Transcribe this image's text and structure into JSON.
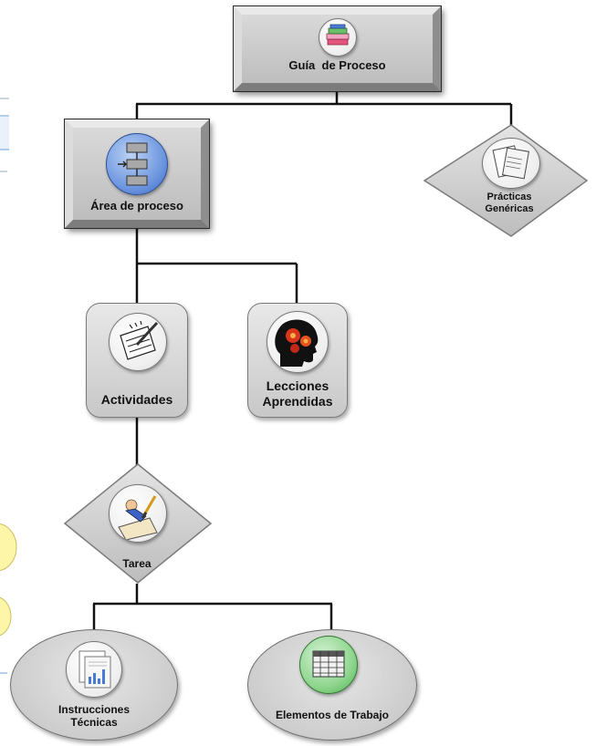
{
  "diagram": {
    "nodes": {
      "guia": {
        "label": "Guía  de Proceso",
        "icon": "book-stack-icon"
      },
      "area": {
        "label": "Área de proceso",
        "icon": "flowchart-icon"
      },
      "practicas": {
        "lines": [
          "Prácticas",
          "Genéricas"
        ],
        "icon": "documents-icon"
      },
      "actividades": {
        "label": "Actividades",
        "icon": "notepad-pen-icon"
      },
      "lecciones": {
        "lines": [
          "Lecciones",
          "Aprendidas"
        ],
        "icon": "brain-gears-icon"
      },
      "tarea": {
        "label": "Tarea",
        "icon": "person-writing-icon"
      },
      "instrucciones": {
        "lines": [
          "Instrucciones",
          "Técnicas"
        ],
        "icon": "reports-icon"
      },
      "elementos": {
        "label": "Elementos de Trabajo",
        "icon": "spreadsheet-icon"
      }
    },
    "colors": {
      "node_fill": "#c8c8c8",
      "connector": "#111111",
      "flowchart_accent": "#4a7bd4",
      "brain_accent": "#d8351c",
      "spreadsheet_accent": "#5fbf5f",
      "side_bubble": "#fdf6a8"
    }
  }
}
